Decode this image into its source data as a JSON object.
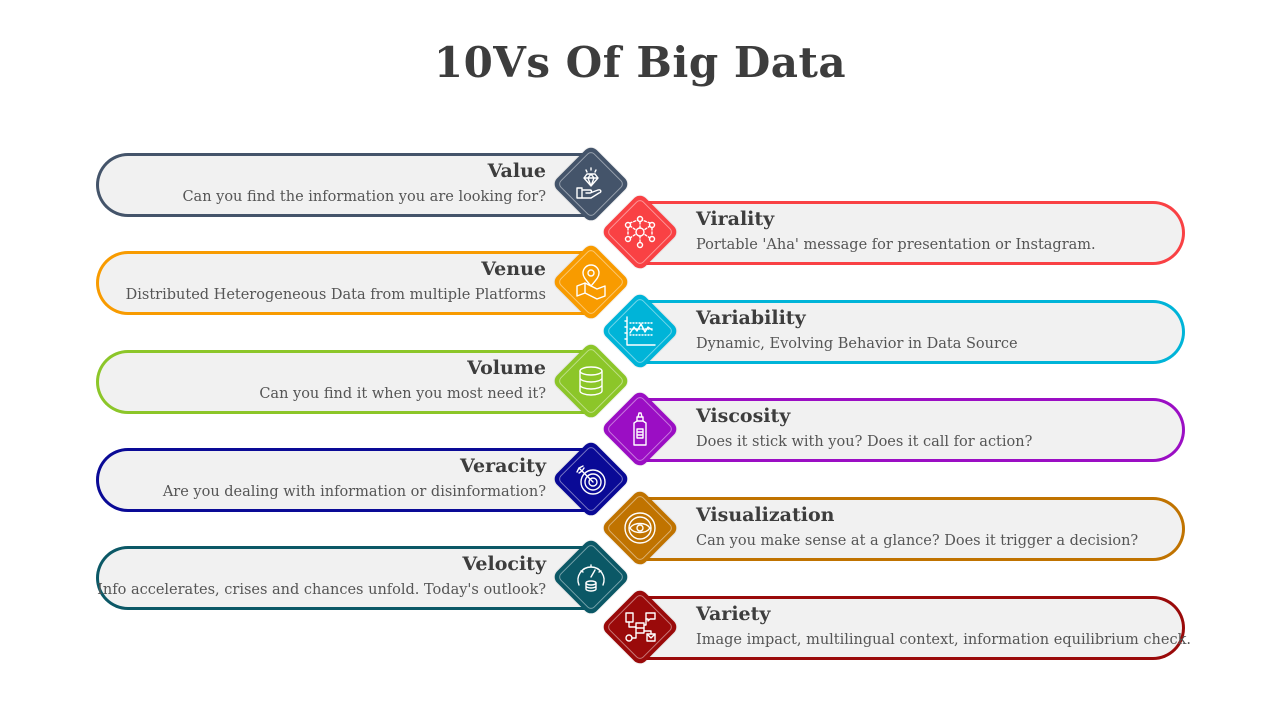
{
  "title": "10Vs Of Big Data",
  "items": [
    {
      "side": "left",
      "title": "Value",
      "desc": "Can you find the information you are looking for?",
      "color": "#44546a",
      "icon": "diamond-hand-icon"
    },
    {
      "side": "right",
      "title": "Virality",
      "desc": "Portable 'Aha' message for presentation or Instagram.",
      "color": "#f94144",
      "icon": "network-icon"
    },
    {
      "side": "left",
      "title": "Venue",
      "desc": "Distributed Heterogeneous Data from multiple Platforms",
      "color": "#f89b00",
      "icon": "map-pin-icon"
    },
    {
      "side": "right",
      "title": "Variability",
      "desc": "Dynamic, Evolving Behavior in Data Source",
      "color": "#00b4d8",
      "icon": "line-chart-icon"
    },
    {
      "side": "left",
      "title": "Volume",
      "desc": "Can you find it when you most need it?",
      "color": "#8cc629",
      "icon": "database-icon"
    },
    {
      "side": "right",
      "title": "Viscosity",
      "desc": "Does it stick with you? Does it call for action?",
      "color": "#9b0ec4",
      "icon": "bottle-icon"
    },
    {
      "side": "left",
      "title": "Veracity",
      "desc": "Are you dealing with information or disinformation?",
      "color": "#0a0a96",
      "icon": "target-icon"
    },
    {
      "side": "right",
      "title": "Visualization",
      "desc": "Can you make sense at a glance? Does it trigger a decision?",
      "color": "#c07300",
      "icon": "eye-icon"
    },
    {
      "side": "left",
      "title": "Velocity",
      "desc": "Info accelerates, crises and chances unfold. Today's outlook?",
      "color": "#0b5866",
      "icon": "speedometer-icon"
    },
    {
      "side": "right",
      "title": "Variety",
      "desc": "Image impact, multilingual context, information equilibrium check.",
      "color": "#9a0a0a",
      "icon": "data-flow-icon"
    }
  ]
}
